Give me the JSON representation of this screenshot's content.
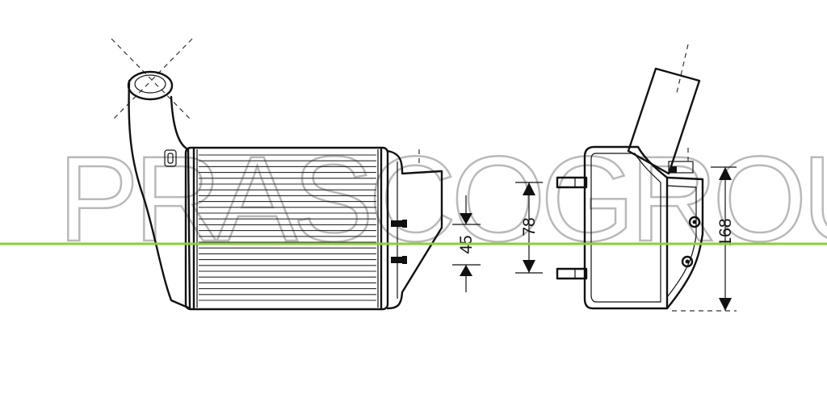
{
  "watermark": {
    "text": "PRASCOGROUP"
  },
  "dimensions": {
    "depth": "45",
    "bolt_spacing": "78",
    "height": "168"
  },
  "colors": {
    "guide_line": "#8ccf3a",
    "watermark_stroke": "#b9b9b9",
    "drawing": "#111111"
  }
}
